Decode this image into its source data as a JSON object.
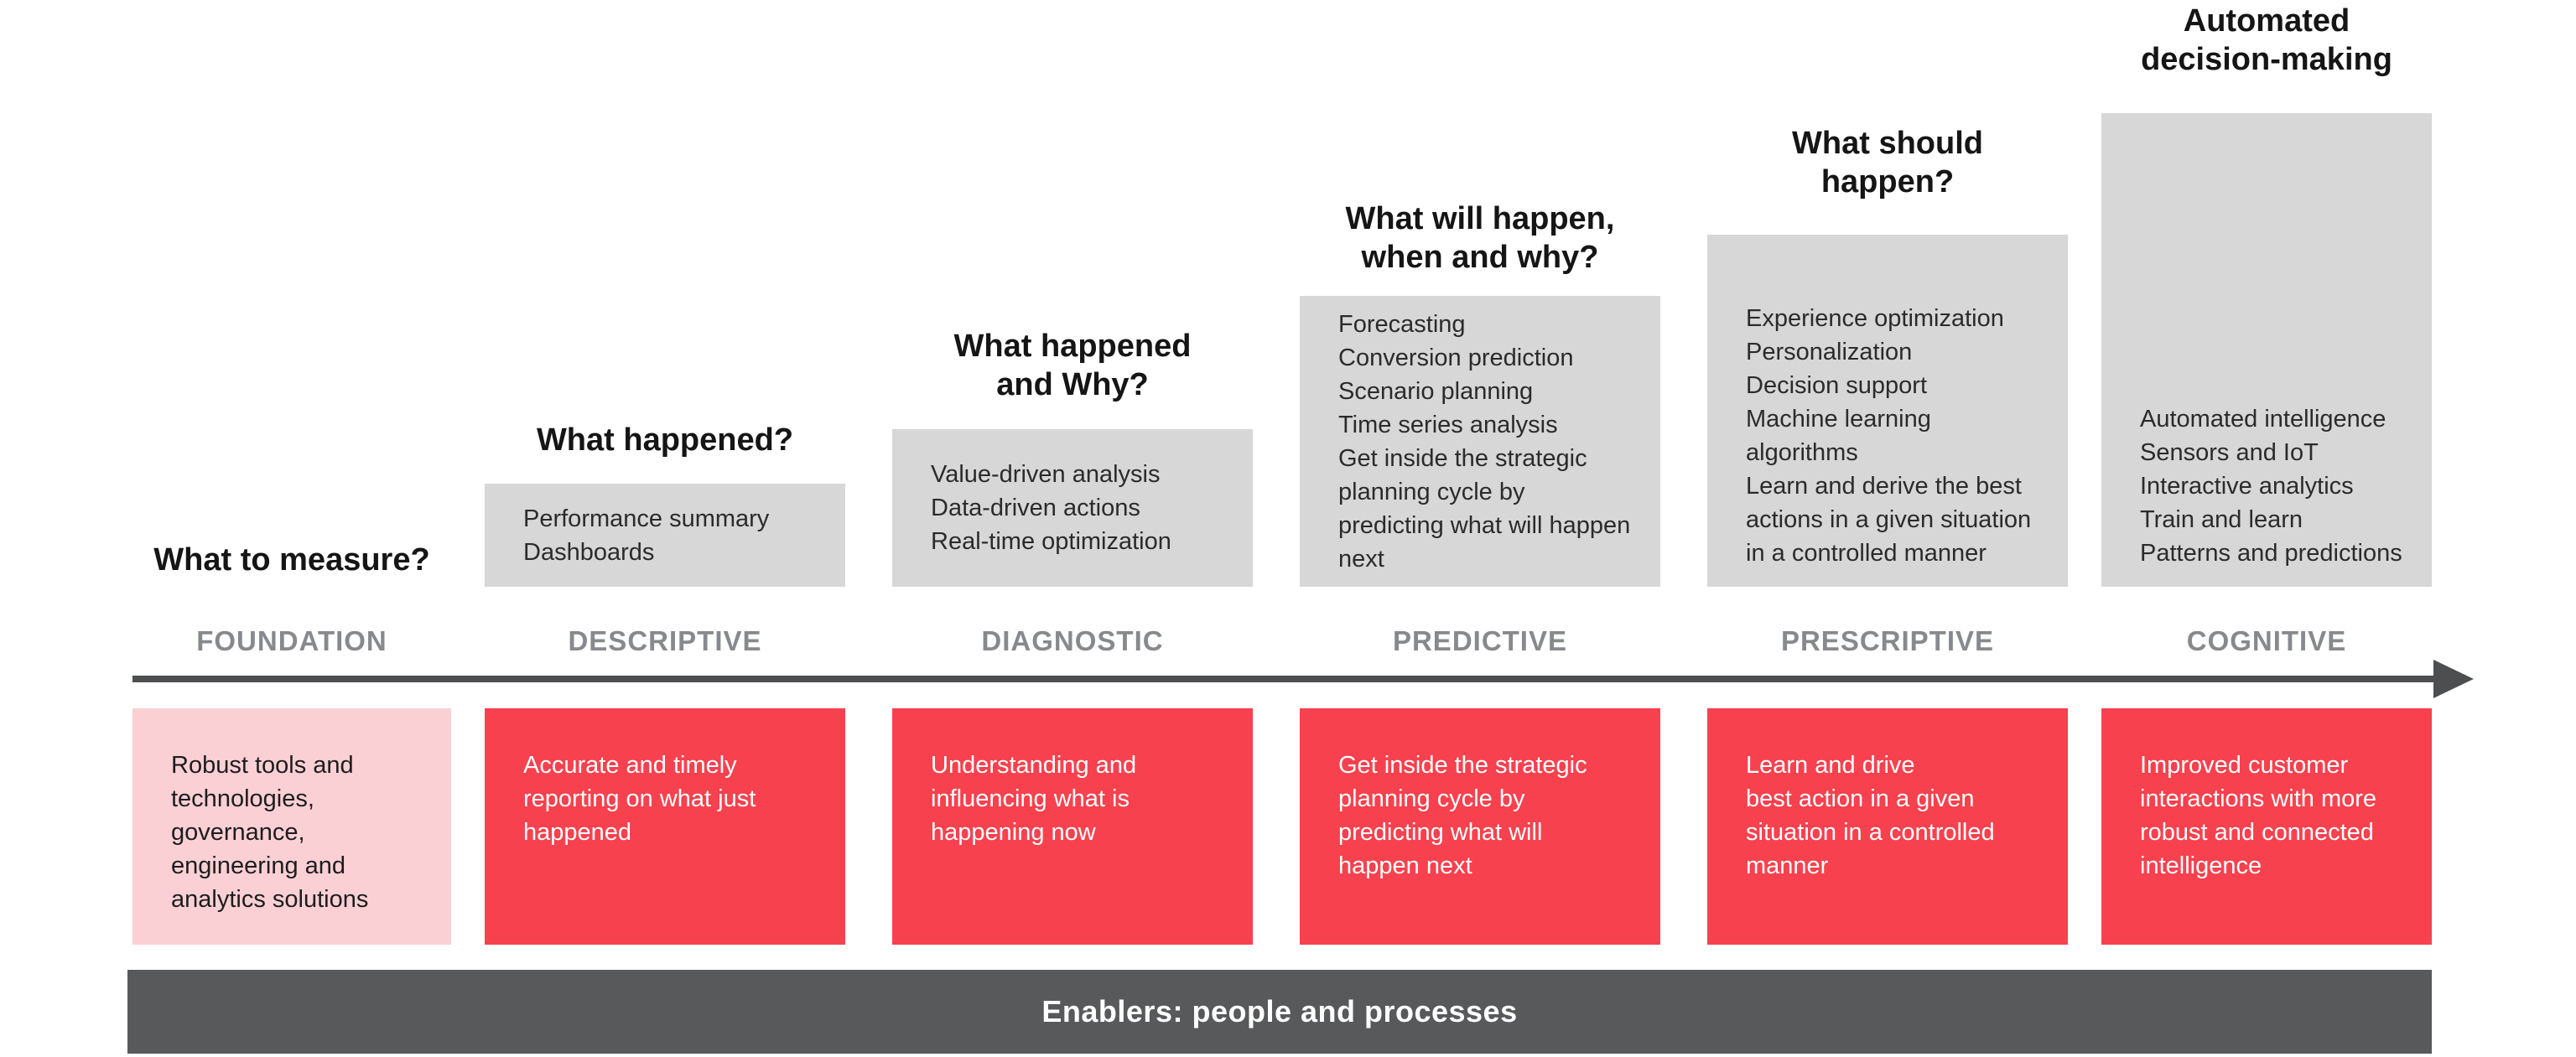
{
  "colors": {
    "red": "#f8414e",
    "pink": "#fbd0d5",
    "gray_box": "#d7d7d7",
    "footer_bar": "#58595b",
    "label_gray": "#87898c",
    "arrow": "#4d4e50"
  },
  "columns": [
    {
      "question": "What to measure?",
      "stage_label": "FOUNDATION",
      "capabilities": [],
      "outcome": "Robust tools and\ntechnologies,\ngovernance,\nengineering and\nanalytics solutions"
    },
    {
      "question": "What happened?",
      "stage_label": "DESCRIPTIVE",
      "capabilities": [
        "Performance summary",
        "Dashboards"
      ],
      "outcome": "Accurate and timely\nreporting on what just\nhappened"
    },
    {
      "question": "What happened\nand Why?",
      "stage_label": "DIAGNOSTIC",
      "capabilities": [
        "Value-driven analysis",
        "Data-driven actions",
        "Real-time optimization"
      ],
      "outcome": "Understanding and\ninfluencing what is\nhappening now"
    },
    {
      "question": "What will happen,\nwhen and why?",
      "stage_label": "PREDICTIVE",
      "capabilities": [
        "Forecasting",
        "Conversion prediction",
        "Scenario planning",
        "Time series analysis",
        "Get inside the strategic planning cycle by predicting what will happen next"
      ],
      "outcome": "Get inside the strategic\nplanning cycle by\npredicting what will\nhappen next"
    },
    {
      "question": "What should\nhappen?",
      "stage_label": "PRESCRIPTIVE",
      "capabilities": [
        "Experience optimization",
        "Personalization",
        "Decision support",
        "Machine learning algorithms",
        "Learn and derive the best actions in a given situation in a controlled manner"
      ],
      "outcome": "Learn and drive\nbest action in a given\nsituation in a controlled\nmanner"
    },
    {
      "question": "Automated\ndecision-making",
      "stage_label": "COGNITIVE",
      "capabilities": [
        "Automated intelligence",
        "Sensors and IoT",
        "Interactive analytics",
        "Train and learn",
        "Patterns and predictions"
      ],
      "outcome": "Improved customer\ninteractions with more\nrobust and connected\nintelligence"
    }
  ],
  "footer": {
    "label": "Enablers: people and processes"
  }
}
